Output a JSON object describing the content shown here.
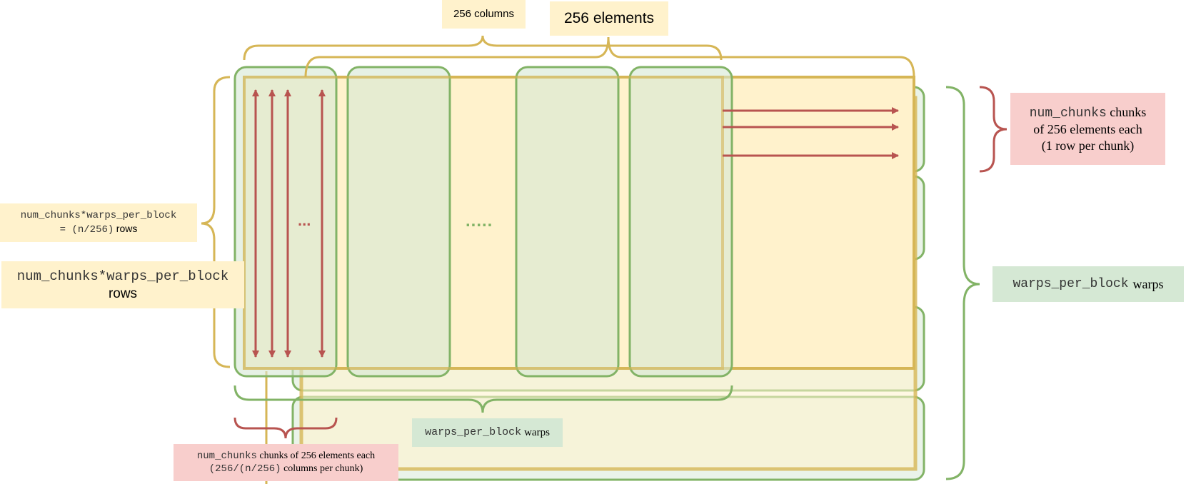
{
  "labels": {
    "columns_256": "256 columns",
    "elements_256": "256 elements",
    "rows_small_code": "num_chunks*warps_per_block",
    "rows_small_eq_code": "= (n/256)",
    "rows_small_word": "rows",
    "rows_big_code": "num_chunks*warps_per_block",
    "rows_big_word": "rows",
    "chunks_right_code": "num_chunks",
    "chunks_right_line1": "chunks",
    "chunks_right_line2": "of 256 elements each",
    "chunks_right_line3": "(1 row per chunk)",
    "warps_right_code": "warps_per_block",
    "warps_right_word": "warps",
    "warps_bottom_code": "warps_per_block",
    "warps_bottom_word": "warps",
    "chunks_bottom_code": "num_chunks",
    "chunks_bottom_text": "chunks of 256 elements each",
    "chunks_bottom_code2": "(256/(n/256)",
    "chunks_bottom_text2": "columns per chunk)",
    "dots_red": "...",
    "dots_green": "....."
  },
  "colors": {
    "yellow_fill": "#fff2cc",
    "yellow_stroke": "#d6b656",
    "green_fill": "#d5e8d4",
    "green_stroke": "#82b366",
    "red_fill": "#f8cecc",
    "red_stroke": "#b85450"
  }
}
